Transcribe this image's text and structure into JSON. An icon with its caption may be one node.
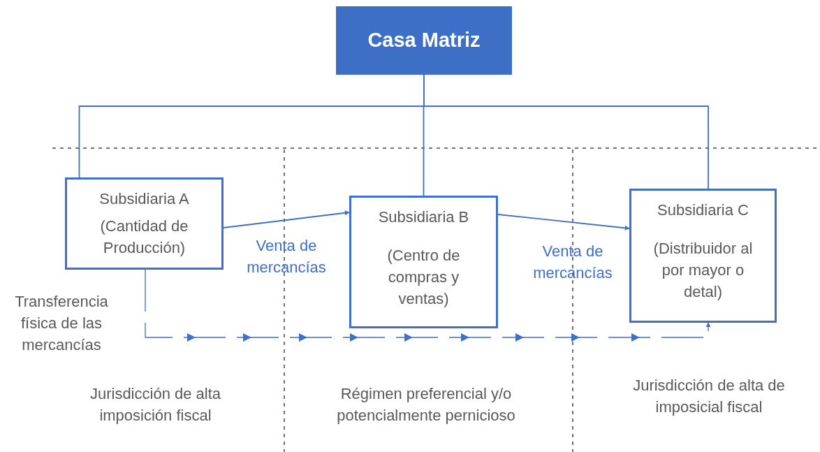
{
  "diagram": {
    "nodes": [
      {
        "text": [
          "Casa Matriz"
        ]
      },
      {
        "text": [
          "Subsidiaria A",
          "(Cantidad de Producción)"
        ]
      },
      {
        "text": [
          "Subsidiaria B",
          "(Centro de compras y ventas)"
        ]
      },
      {
        "text": [
          "Subsidiaria C",
          "(Distribuidor al por mayor o detal)"
        ]
      }
    ],
    "edges": [
      {
        "from": 0,
        "to": 1,
        "arrow": "none"
      },
      {
        "from": 0,
        "to": 2,
        "arrow": "none"
      },
      {
        "from": 0,
        "to": 3,
        "arrow": "none"
      },
      {
        "from": 1,
        "to": 2,
        "arrow": "to",
        "label": "Venta de mercancías"
      },
      {
        "from": 2,
        "to": 3,
        "arrow": "to",
        "label": "Venta de mercancías"
      },
      {
        "from": 1,
        "to": 3,
        "arrow": "to",
        "style": "dashed",
        "label": "Transferencia física de las mercancías"
      }
    ],
    "labels": [
      "Jurisdicción de alta imposición fiscal",
      "Régimen preferencial y/o potencialmente pernicioso",
      "Jurisdicción de alta de imposicial fiscal"
    ]
  }
}
